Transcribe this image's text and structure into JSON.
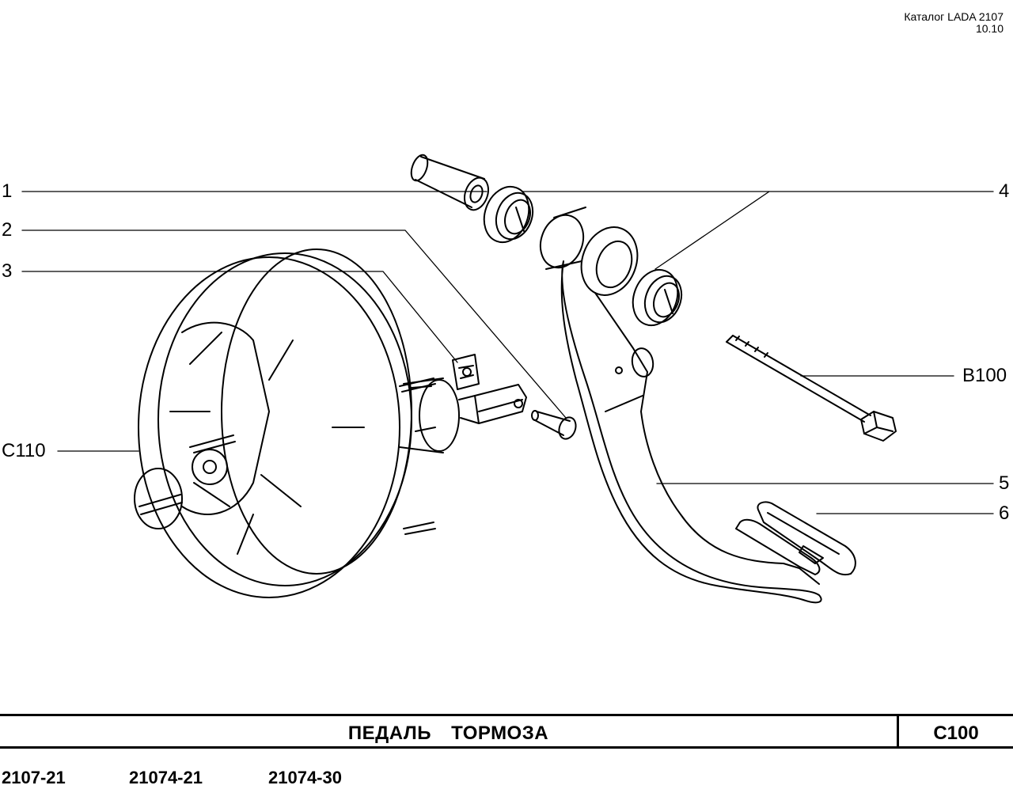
{
  "header": {
    "catalog": "Каталог LADA 2107",
    "page": "10.10"
  },
  "callouts": {
    "c1": "1",
    "c2": "2",
    "c3": "3",
    "c4": "4",
    "c5": "5",
    "c6": "6",
    "b100": "B100",
    "c110": "C110"
  },
  "footer": {
    "title": "ПЕДАЛЬ ТОРМОЗА",
    "code": "C100",
    "models": [
      "2107-21",
      "21074-21",
      "21074-30"
    ]
  }
}
